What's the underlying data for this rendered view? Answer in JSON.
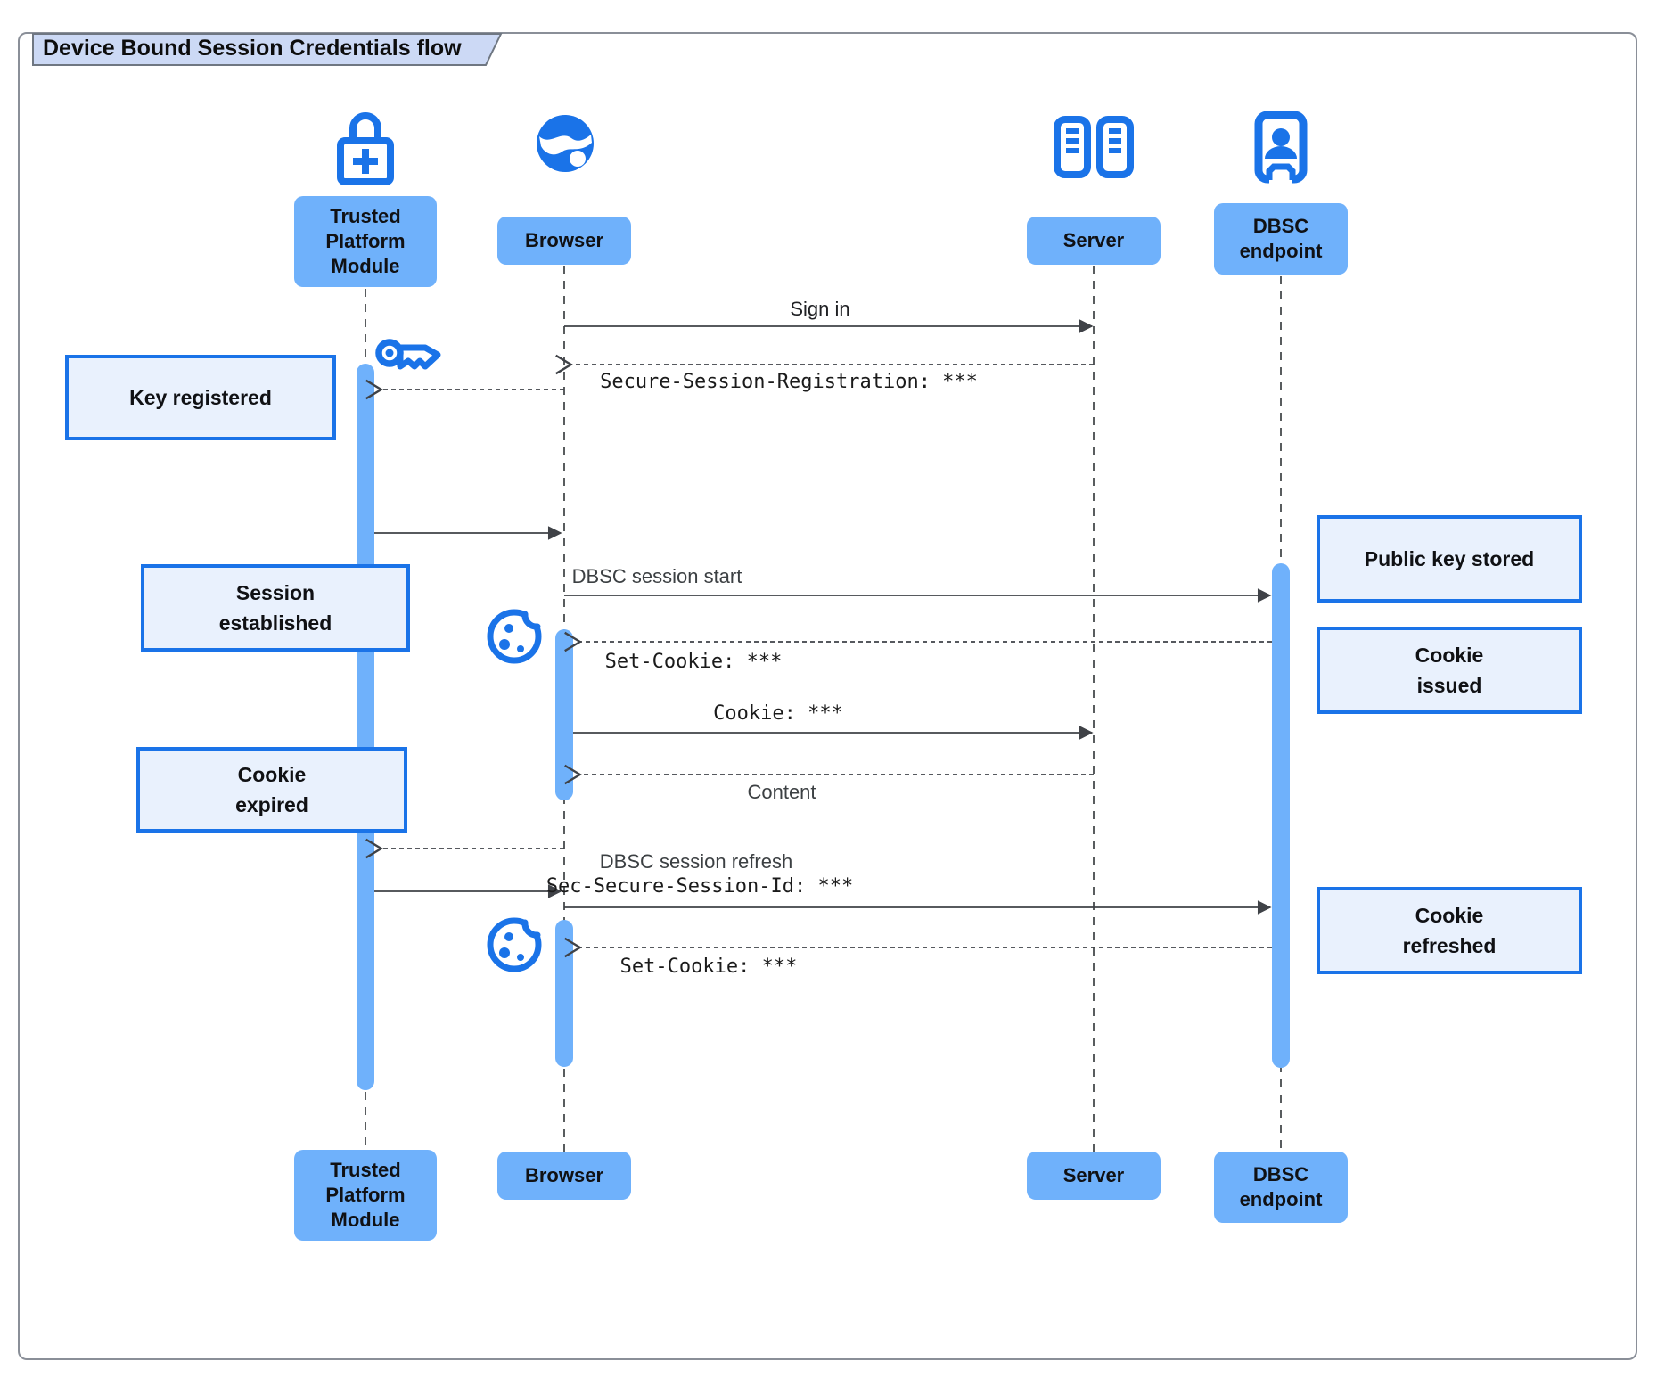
{
  "title": "Device Bound Session Credentials flow",
  "participants": [
    {
      "id": "tpm",
      "label": "Trusted Platform Module",
      "icon": "lock-plus-icon"
    },
    {
      "id": "browser",
      "label": "Browser",
      "icon": "globe-icon"
    },
    {
      "id": "server",
      "label": "Server",
      "icon": "server-racks-icon"
    },
    {
      "id": "dbsc",
      "label": "DBSC endpoint",
      "icon": "person-badge-icon"
    }
  ],
  "messages": [
    {
      "text": "Sign in",
      "from": "browser",
      "to": "server",
      "line": "solid"
    },
    {
      "text": "Secure-Session-Registration: ***",
      "from": "server",
      "to": "browser",
      "line": "dashed"
    },
    {
      "text": "DBSC session start",
      "from": "browser",
      "to": "dbsc",
      "line": "solid"
    },
    {
      "text": "Set-Cookie: ***",
      "from": "dbsc",
      "to": "browser",
      "line": "dashed"
    },
    {
      "text": "Cookie: ***",
      "from": "browser",
      "to": "server",
      "line": "solid"
    },
    {
      "text": "Content",
      "from": "server",
      "to": "browser",
      "line": "dashed"
    },
    {
      "text": "DBSC session refresh",
      "from": "browser",
      "to": "dbsc",
      "line": "solid"
    },
    {
      "text": "Sec-Secure-Session-Id: ***",
      "from": "browser",
      "to": "dbsc",
      "line": "solid"
    },
    {
      "text": "Set-Cookie: ***",
      "from": "dbsc",
      "to": "browser",
      "line": "dashed"
    }
  ],
  "notes": [
    {
      "text": "Key registered"
    },
    {
      "text": "Session\nestablished"
    },
    {
      "text": "Cookie\nexpired"
    },
    {
      "text": "Public key stored"
    },
    {
      "text": "Cookie\nissued"
    },
    {
      "text": "Cookie\nrefreshed"
    }
  ],
  "icons": [
    "lock-plus-icon",
    "globe-icon",
    "server-racks-icon",
    "person-badge-icon",
    "key-icon",
    "cookie-icon"
  ],
  "colors": {
    "accent": "#1a73e8",
    "activation_bar": "#6fb1fb",
    "participant_fill": "#6fb1fb",
    "note_fill": "#e9f1fd",
    "note_border": "#1a73e8",
    "title_fill": "#ccd9f5",
    "arrow": "#3f4247"
  }
}
